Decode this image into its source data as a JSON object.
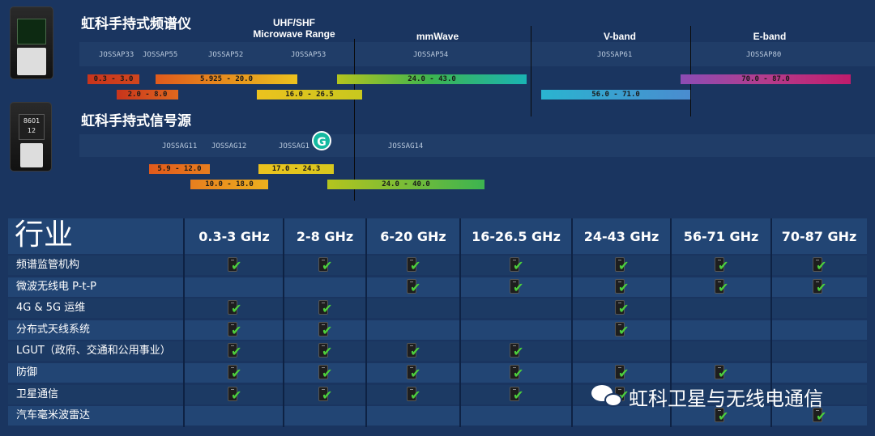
{
  "sections": {
    "analyzer_title": "虹科手持式频谱仪",
    "generator_title": "虹科手持式信号源"
  },
  "band_headers": {
    "uhf_line1": "UHF/SHF",
    "uhf_line2": "Microwave Range",
    "mmwave": "mmWave",
    "vband": "V-band",
    "eband": "E-band"
  },
  "analyzer_models": [
    "JOSSAP33",
    "JOSSAP55",
    "JOSSAP52",
    "JOSSAP53",
    "JOSSAP54",
    "JOSSAP61",
    "JOSSAP80"
  ],
  "analyzer_bars": [
    "0.3 - 3.0",
    "2.0 - 8.0",
    "5.925 - 20.0",
    "16.0 - 26.5",
    "24.0 - 43.0",
    "56.0 - 71.0",
    "70.0 - 87.0"
  ],
  "generator_models": [
    "JOSSAG11",
    "JOSSAG12",
    "JOSSAG1",
    "JOSSAG14"
  ],
  "generator_bars": [
    "5.9 - 12.0",
    "10.0 - 18.0",
    "17.0 - 24.3",
    "24.0 - 40.0"
  ],
  "device2_screen": [
    "8601",
    "12"
  ],
  "grammarly_icon": "grammarly-g-icon",
  "table": {
    "industry_header": "行业",
    "columns": [
      "0.3-3 GHz",
      "2-8 GHz",
      "6-20 GHz",
      "16-26.5 GHz",
      "24-43 GHz",
      "56-71 GHz",
      "70-87 GHz"
    ],
    "rows": [
      {
        "label": "频谱监管机构",
        "checks": [
          true,
          true,
          true,
          true,
          true,
          true,
          true
        ]
      },
      {
        "label": "微波无线电 P-t-P",
        "checks": [
          false,
          false,
          true,
          true,
          true,
          true,
          true
        ]
      },
      {
        "label": "4G & 5G 运维",
        "checks": [
          true,
          true,
          false,
          false,
          true,
          false,
          false
        ]
      },
      {
        "label": "分布式天线系统",
        "checks": [
          true,
          true,
          false,
          false,
          true,
          false,
          false
        ]
      },
      {
        "label": "LGUT（政府、交通和公用事业）",
        "checks": [
          true,
          true,
          true,
          true,
          false,
          false,
          false
        ]
      },
      {
        "label": "防御",
        "checks": [
          true,
          true,
          true,
          true,
          true,
          true,
          false
        ]
      },
      {
        "label": "卫星通信",
        "checks": [
          true,
          true,
          true,
          true,
          true,
          false,
          false
        ]
      },
      {
        "label": "汽车毫米波雷达",
        "checks": [
          false,
          false,
          false,
          false,
          false,
          true,
          true
        ]
      }
    ]
  },
  "watermark": "虹科卫星与无线电通信",
  "colors": {
    "background": "#1a3560",
    "check": "#4ccf3c"
  }
}
